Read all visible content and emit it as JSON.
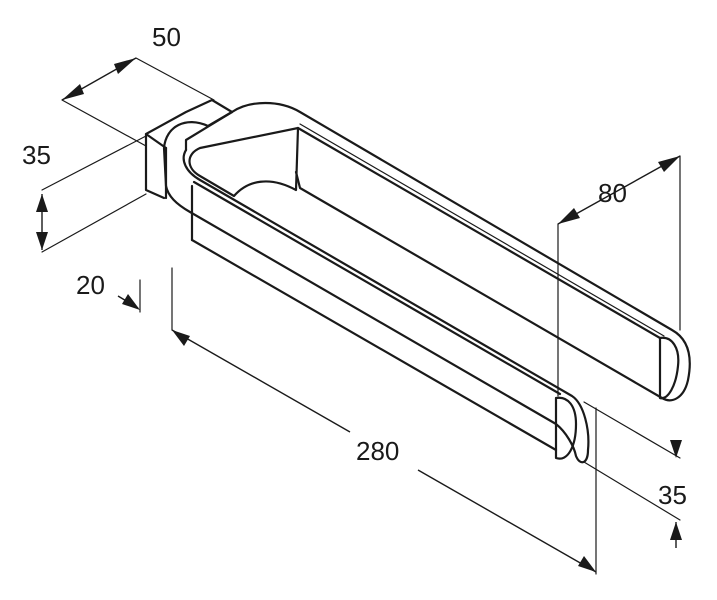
{
  "dimensions": {
    "width_top": "50",
    "height_left": "35",
    "depth_left": "20",
    "arm_spacing": "80",
    "length": "280",
    "height_right": "35"
  },
  "colors": {
    "line": "#1a1a1a",
    "background": "#ffffff"
  }
}
